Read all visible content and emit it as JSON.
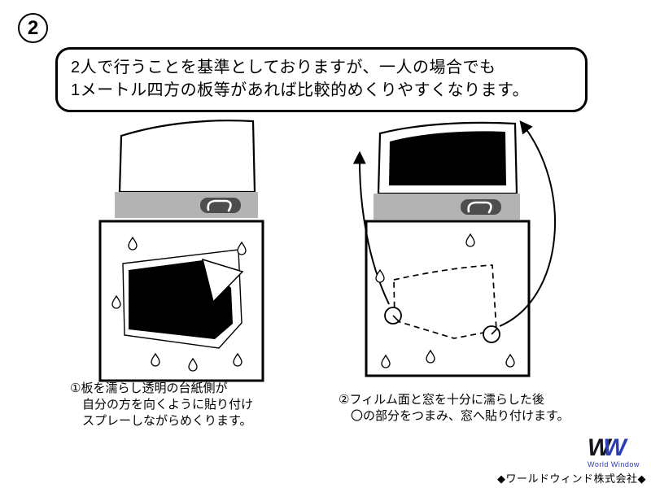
{
  "page": {
    "step_number": "2"
  },
  "callout": {
    "line1": "2人で行うことを基準としておりますが、一人の場合でも",
    "line2": "1メートル四方の板等があれば比較的めくりやすくなります。"
  },
  "captions": {
    "left": {
      "line1": "①板を濡らし透明の台紙側が",
      "line2": "自分の方を向くように貼り付け",
      "line3": "スプレーしながらめくります。"
    },
    "right": {
      "line1": "②フィルム面と窓を十分に濡らした後",
      "line2": "〇の部分をつまみ、窓へ貼り付けます。"
    }
  },
  "logo": {
    "monogram_left": "W",
    "monogram_right": "W",
    "subtitle": "World Window",
    "accent_color": "#2b3db5"
  },
  "footer": {
    "company": "◆ワールドウィンド株式会社◆"
  },
  "colors": {
    "bar_gray": "#b3b3b3",
    "tool_dark": "#4d4d4d",
    "film_black": "#000000",
    "logo_blue": "#2b3db5"
  }
}
